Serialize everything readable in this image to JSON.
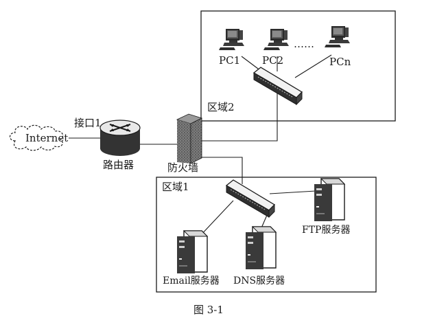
{
  "caption": "图 3-1",
  "zones": {
    "zone2_label": "区域2",
    "zone1_label": "区域1"
  },
  "nodes": {
    "internet": "Internet",
    "interface1": "接口1",
    "router": "路由器",
    "firewall": "防火墙",
    "pc1": "PC1",
    "pc2": "PC2",
    "ellipsis": "……",
    "pcn": "PCn",
    "ftp": "FTP服务器",
    "email": "Email服务器",
    "dns": "DNS服务器"
  },
  "icons": {
    "pc": "desktop-computer-icon",
    "router": "router-icon",
    "firewall": "firewall-icon",
    "switch": "switch-icon",
    "server": "tower-server-icon",
    "cloud": "cloud-icon"
  }
}
